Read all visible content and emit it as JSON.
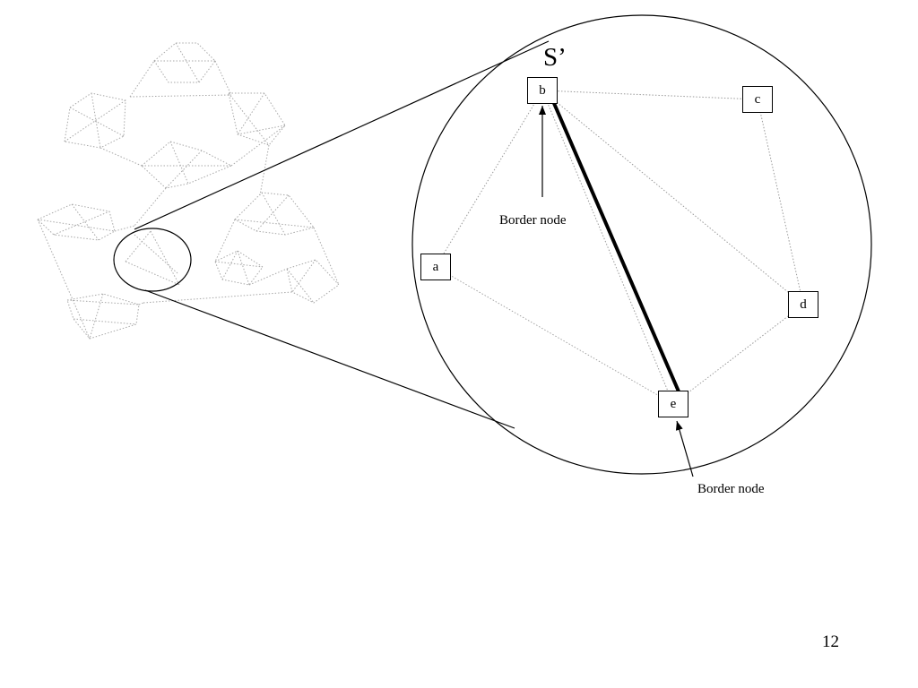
{
  "slide": {
    "subgraph_label": "S’",
    "page_number": "12",
    "border_node_label": "Border node"
  },
  "nodes": [
    {
      "id": "a",
      "label": "a"
    },
    {
      "id": "b",
      "label": "b"
    },
    {
      "id": "c",
      "label": "c"
    },
    {
      "id": "d",
      "label": "d"
    },
    {
      "id": "e",
      "label": "e"
    }
  ],
  "edges": [
    {
      "from": "a",
      "to": "b",
      "style": "dotted"
    },
    {
      "from": "a",
      "to": "e",
      "style": "dotted"
    },
    {
      "from": "b",
      "to": "c",
      "style": "dotted"
    },
    {
      "from": "b",
      "to": "d",
      "style": "dotted"
    },
    {
      "from": "b",
      "to": "e",
      "style": "dotted"
    },
    {
      "from": "c",
      "to": "d",
      "style": "dotted"
    },
    {
      "from": "d",
      "to": "e",
      "style": "dotted"
    },
    {
      "from": "b",
      "to": "e",
      "style": "bold"
    }
  ],
  "border_nodes": [
    "b",
    "e"
  ],
  "colors": {
    "ink": "#000000",
    "faint_edge": "#9a9a9a",
    "network_edge": "#a8a8a8"
  }
}
